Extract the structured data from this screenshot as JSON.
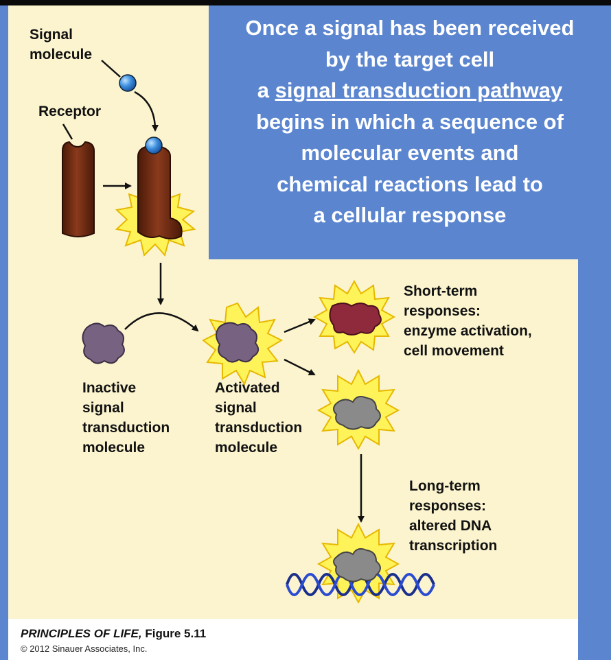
{
  "labels": {
    "signal_molecule": "Signal\nmolecule",
    "receptor": "Receptor",
    "inactive": "Inactive\nsignal\ntransduction\nmolecule",
    "activated": "Activated\nsignal\ntransduction\nmolecule",
    "short_term": "Short-term\nresponses:\nenzyme activation,\ncell movement",
    "long_term": "Long-term\nresponses:\naltered DNA\ntranscription"
  },
  "callout": {
    "line1": "Once a signal has been received",
    "line2": "by the target cell",
    "line3_prefix": "a ",
    "line3_underlined": "signal transduction pathway",
    "line4": "begins in which a sequence of",
    "line5": "molecular events and",
    "line6": "chemical reactions lead to",
    "line7": "a cellular response"
  },
  "caption": {
    "book": "PRINCIPLES OF LIFE,",
    "figure": "Figure 5.11",
    "copyright": "© 2012 Sinauer Associates, Inc."
  },
  "colors": {
    "background_blue": "#5b86cf",
    "figure_cream": "#fbf4cf",
    "receptor_brown": "#6e2a12",
    "molecule_purple": "#776282",
    "enzyme_red": "#8f2a3c",
    "molecule_gray": "#8a8a8a",
    "signal_blue": "#3d8fe0",
    "starburst_yellow": "#fff35a"
  }
}
